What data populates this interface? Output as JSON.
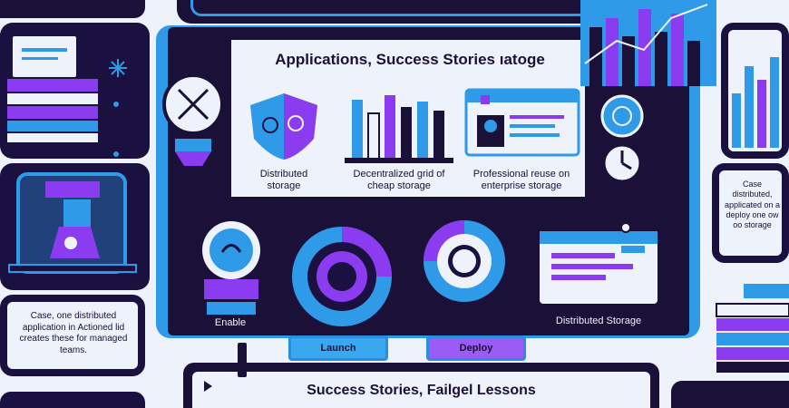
{
  "header": {
    "title": "Applications, Success Stories ıatoge"
  },
  "cards": {
    "distributed_storage": "Distributed storage",
    "decentralized_grid": "Decentralized grid of cheap storage",
    "professional_storage": "Professional reuse on enterprise storage"
  },
  "bottom_panel": {
    "left_caption": "Enable",
    "distributed_label": "Distributed Storage",
    "button_left": "Launch",
    "button_right": "Deploy"
  },
  "footer": {
    "banner": "Success Stories, Failgel Lessons"
  },
  "side_notes": {
    "left": "Case, one distributed application in Actioned lid creates these for managed teams.",
    "right": "Case distributed, applicated on a deploy one ow oo storage"
  },
  "colors": {
    "navy": "#1a1038",
    "blue": "#2f9be8",
    "purple": "#8b3cf0",
    "light": "#eef2fb"
  }
}
